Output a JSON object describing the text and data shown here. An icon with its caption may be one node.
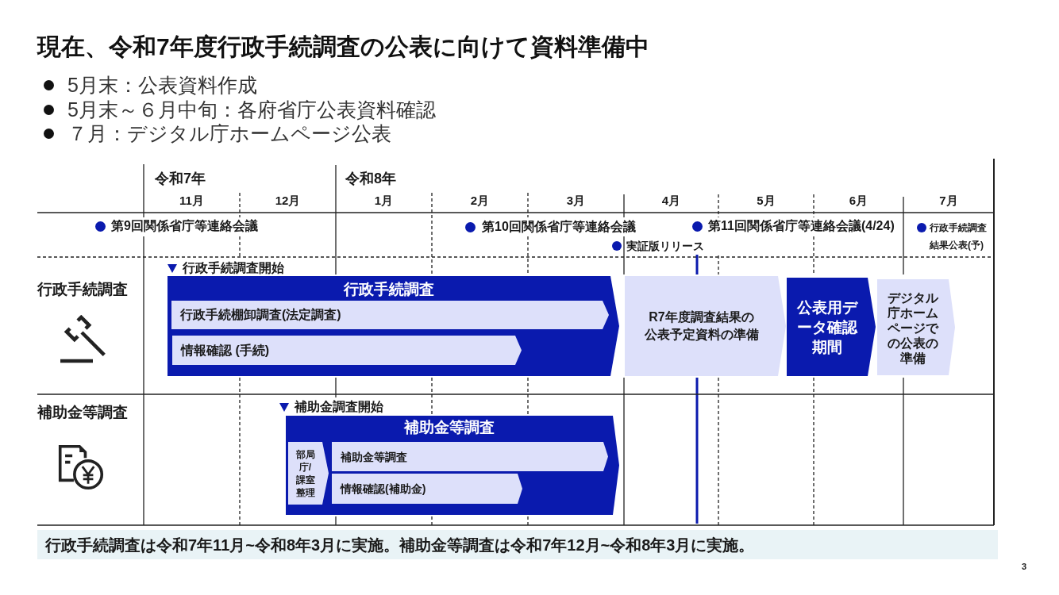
{
  "diagram": {
    "title": "現在、令和7年度行政手続調査の公表に向けて資料準備中",
    "nodes": [
      {
        "text": [
          "行政手続調査"
        ]
      },
      {
        "text": [
          "行政手続棚卸調査(法定調査)"
        ],
        "in": 0
      },
      {
        "text": [
          "情報確認 (手続)"
        ],
        "in": 0
      },
      {
        "text": [
          "R7年度調査結果の公表予定資料の準備"
        ]
      },
      {
        "text": [
          "公表用データ確認期間"
        ]
      },
      {
        "text": [
          "デジタル庁ホームページでの公表の準備"
        ]
      },
      {
        "text": [
          "補助金等調査"
        ]
      },
      {
        "text": [
          "部局庁/課室整理"
        ],
        "in": 6
      },
      {
        "text": [
          "補助金等調査"
        ],
        "in": 6
      },
      {
        "text": [
          "情報確認(補助金)"
        ],
        "in": 6
      },
      {
        "text": [
          "行政手続調査は令和7年11月~令和8年3月に実施。補助金等調査は令和7年12月~令和8年3月に実施。"
        ]
      }
    ],
    "labels": [
      "5月末：公表資料作成",
      "5月末～６月中旬：各府省庁公表資料確認",
      "７月：デジタル庁ホームページ公表",
      "令和7年",
      "令和8年",
      "11月",
      "12月",
      "1月",
      "2月",
      "3月",
      "4月",
      "5月",
      "6月",
      "7月",
      "第9回関係省庁等連絡会議",
      "第10回関係省庁等連絡会議",
      "第11回関係省庁等連絡会議(4/24)",
      "行政手続調査結果公表(予)",
      "実証版リリース",
      "行政手続調査開始",
      "行政手続調査",
      "補助金等調査",
      "補助金調査開始",
      "3"
    ]
  }
}
